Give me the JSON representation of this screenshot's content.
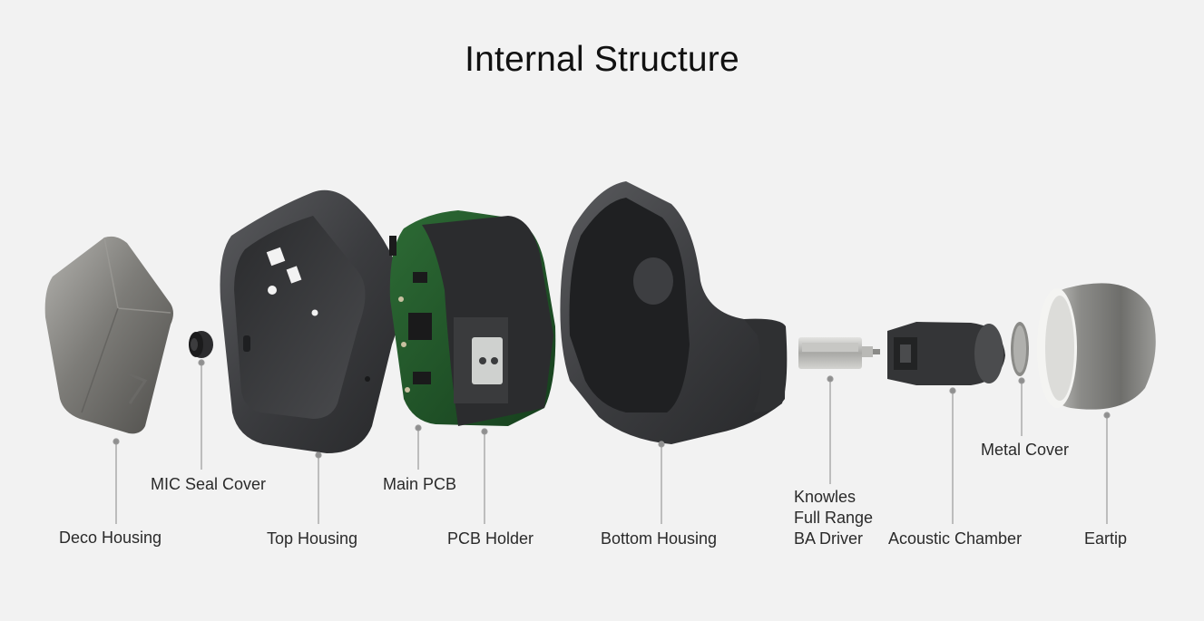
{
  "title": "Internal Structure",
  "labels": {
    "deco_housing": "Deco Housing",
    "mic_seal_cover": "MIC Seal Cover",
    "top_housing": "Top Housing",
    "main_pcb": "Main PCB",
    "pcb_holder": "PCB Holder",
    "bottom_housing": "Bottom Housing",
    "ba_driver": "Knowles\nFull Range\nBA Driver",
    "metal_cover": "Metal Cover",
    "acoustic_chamber": "Acoustic Chamber",
    "eartip": "Eartip"
  },
  "colors": {
    "background": "#f2f2f2",
    "housing": "#3a3b3d",
    "pcb_green": "#1f5a2a",
    "metal": "#8a8a88",
    "leader_line": "#9a9a9a"
  }
}
